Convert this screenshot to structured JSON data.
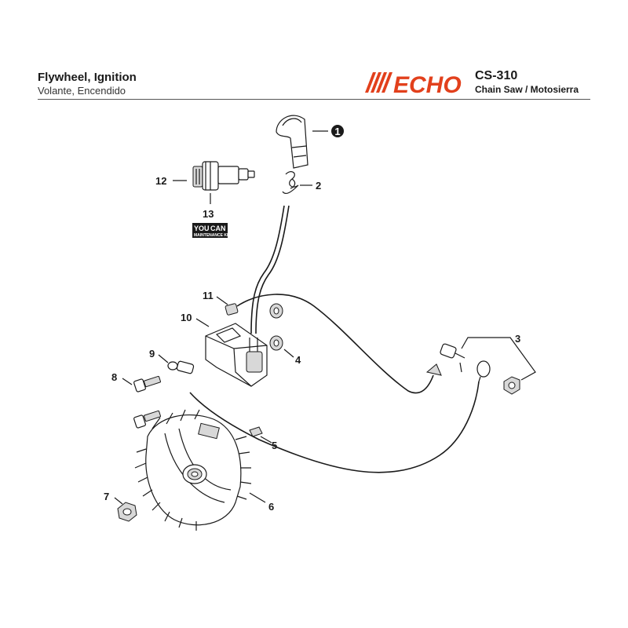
{
  "header": {
    "title": "Flywheel, Ignition",
    "subtitle": "Volante, Encendido",
    "brand": "ECHO",
    "model": "CS-310",
    "product": "Chain Saw / Motosierra"
  },
  "badge": {
    "line1": "YOU",
    "line2": "CAN",
    "line3": "MAINTENANCE KIT"
  },
  "callouts": {
    "c1": "1",
    "c2": "2",
    "c3": "3",
    "c4": "4",
    "c5": "5",
    "c6": "6",
    "c7": "7",
    "c8": "8",
    "c9": "9",
    "c10": "10",
    "c11": "11",
    "c12": "12",
    "c13": "13"
  },
  "colors": {
    "brand_red": "#e2401c",
    "ink": "#1a1a1a",
    "shade": "#9a9a9a"
  }
}
